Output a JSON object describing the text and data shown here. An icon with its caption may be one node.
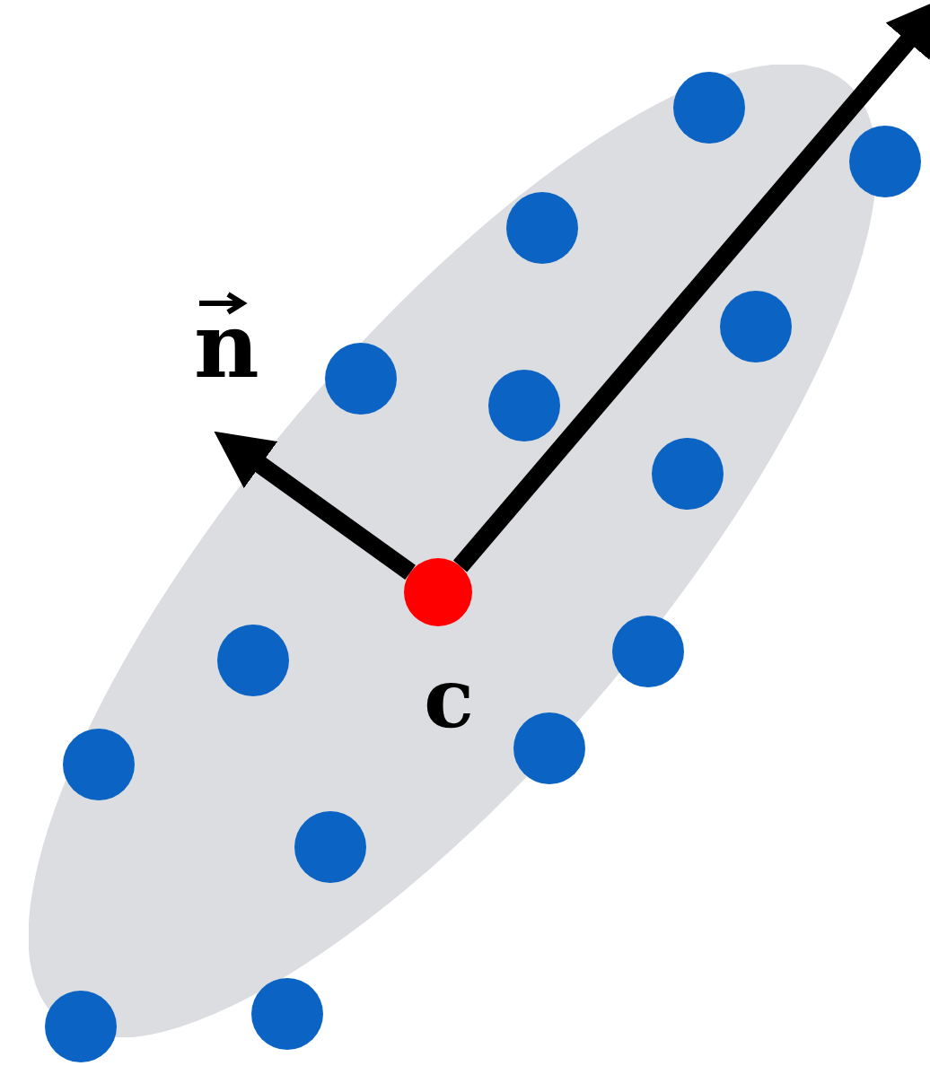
{
  "diagram": {
    "nodes": [
      {
        "text": [],
        "shape": "ellipse"
      },
      {
        "text": [],
        "shape": "circle",
        "in": 0
      },
      {
        "text": [],
        "shape": "circle"
      },
      {
        "text": [],
        "shape": "circle",
        "in": 0
      },
      {
        "text": [],
        "shape": "circle",
        "in": 0
      },
      {
        "text": [],
        "shape": "circle",
        "in": 0
      },
      {
        "text": [],
        "shape": "circle",
        "in": 0
      },
      {
        "text": [],
        "shape": "circle",
        "in": 0
      },
      {
        "text": [],
        "shape": "circle",
        "in": 0,
        "beside": [
          "c"
        ]
      },
      {
        "text": [],
        "shape": "circle",
        "in": 0
      },
      {
        "text": [],
        "shape": "circle",
        "in": 0
      },
      {
        "text": [],
        "shape": "circle",
        "in": 0
      },
      {
        "text": [],
        "shape": "circle",
        "in": 0
      },
      {
        "text": [],
        "shape": "circle",
        "in": 0
      },
      {
        "text": [],
        "shape": "circle",
        "in": 0
      },
      {
        "text": [],
        "shape": "circle"
      }
    ],
    "edges": [
      {
        "from": 8,
        "to": null,
        "arrow": "to",
        "label": "n"
      },
      {
        "from": 8,
        "to": null,
        "arrow": "to"
      }
    ]
  }
}
